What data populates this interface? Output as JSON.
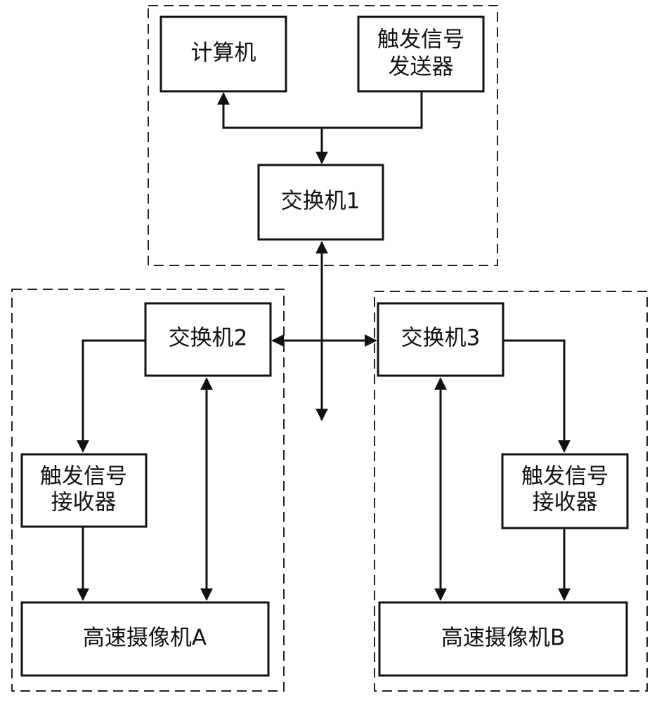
{
  "nodes": {
    "computer": "计算机",
    "trigger_sender": [
      "触发信号",
      "发送器"
    ],
    "switch1": "交换机1",
    "switch2": "交换机2",
    "switch3": "交换机3",
    "receiver_a": [
      "触发信号",
      "接收器"
    ],
    "receiver_b": [
      "触发信号",
      "接收器"
    ],
    "camera_a": "高速摄像机A",
    "camera_b": "高速摄像机B"
  },
  "edges": [
    {
      "from": "trigger_sender",
      "to": "computer",
      "direction": "one-way"
    },
    {
      "from": "trigger_sender",
      "to": "switch1",
      "direction": "one-way"
    },
    {
      "from": "switch1",
      "to": "switch2",
      "direction": "two-way"
    },
    {
      "from": "switch1",
      "to": "switch3",
      "direction": "two-way"
    },
    {
      "from": "switch2",
      "to": "receiver_a",
      "direction": "one-way"
    },
    {
      "from": "receiver_a",
      "to": "camera_a",
      "direction": "one-way"
    },
    {
      "from": "switch2",
      "to": "camera_a",
      "direction": "two-way"
    },
    {
      "from": "switch3",
      "to": "receiver_b",
      "direction": "one-way"
    },
    {
      "from": "receiver_b",
      "to": "camera_b",
      "direction": "one-way"
    },
    {
      "from": "switch3",
      "to": "camera_b",
      "direction": "two-way"
    }
  ],
  "colors": {
    "stroke": "#111111",
    "background": "#ffffff"
  }
}
